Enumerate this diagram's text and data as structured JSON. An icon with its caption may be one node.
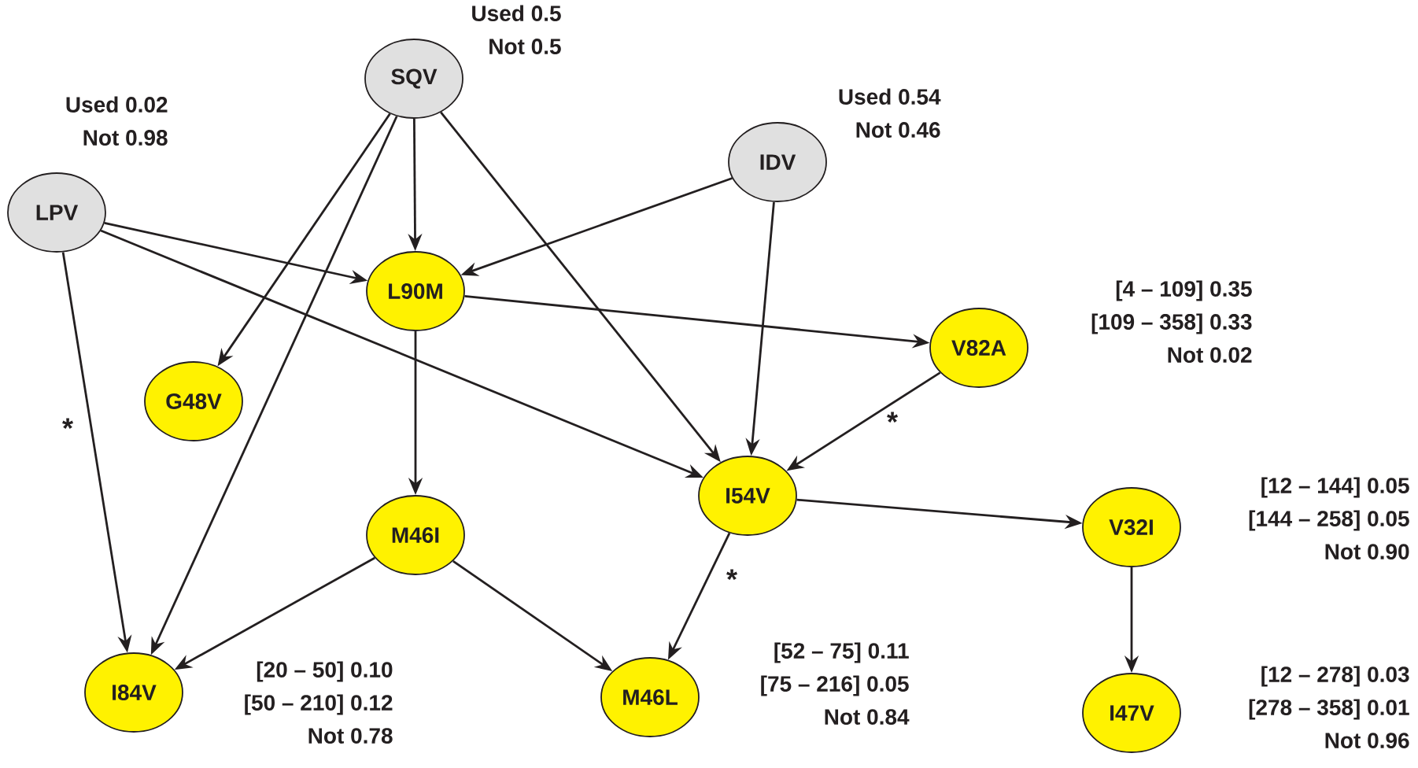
{
  "diagram": {
    "nodes": [
      {
        "text": [
          "SQV"
        ],
        "beside": [
          "Used 0.5",
          "Not 0.5"
        ]
      },
      {
        "text": [
          "LPV"
        ],
        "beside": [
          "Used 0.02",
          "Not 0.98"
        ]
      },
      {
        "text": [
          "IDV"
        ],
        "beside": [
          "Used 0.54",
          "Not 0.46"
        ]
      },
      {
        "text": [
          "L90M"
        ]
      },
      {
        "text": [
          "V82A"
        ],
        "beside": [
          "[4 – 109] 0.35",
          "[109 – 358] 0.33",
          "Not 0.02"
        ]
      },
      {
        "text": [
          "G48V"
        ]
      },
      {
        "text": [
          "I54V"
        ]
      },
      {
        "text": [
          "M46I"
        ]
      },
      {
        "text": [
          "V32I"
        ],
        "beside": [
          "[12 – 144] 0.05",
          "[144 – 258] 0.05",
          "Not 0.90"
        ]
      },
      {
        "text": [
          "I84V"
        ],
        "beside": [
          "[20 – 50] 0.10",
          "[50 – 210] 0.12",
          "Not 0.78"
        ]
      },
      {
        "text": [
          "M46L"
        ],
        "beside": [
          "[52 – 75] 0.11",
          "[75 – 216] 0.05",
          "Not 0.84"
        ]
      },
      {
        "text": [
          "I47V"
        ],
        "beside": [
          "[12 – 278] 0.03",
          "[278 – 358] 0.01",
          "Not 0.96"
        ]
      }
    ],
    "edges": [
      {
        "from": 0,
        "to": 5,
        "arrow": "to"
      },
      {
        "from": 0,
        "to": 9,
        "arrow": "to"
      },
      {
        "from": 0,
        "to": 3,
        "arrow": "to"
      },
      {
        "from": 0,
        "to": 6,
        "arrow": "to"
      },
      {
        "from": 1,
        "to": 3,
        "arrow": "to"
      },
      {
        "from": 1,
        "to": 6,
        "arrow": "to"
      },
      {
        "from": 1,
        "to": 9,
        "arrow": "to",
        "label": "*"
      },
      {
        "from": 2,
        "to": 3,
        "arrow": "to"
      },
      {
        "from": 2,
        "to": 6,
        "arrow": "to"
      },
      {
        "from": 3,
        "to": 4,
        "arrow": "to"
      },
      {
        "from": 3,
        "to": 7,
        "arrow": "to"
      },
      {
        "from": 4,
        "to": 6,
        "arrow": "to",
        "label": "*"
      },
      {
        "from": 6,
        "to": 8,
        "arrow": "to"
      },
      {
        "from": 6,
        "to": 10,
        "arrow": "to",
        "label": "*"
      },
      {
        "from": 7,
        "to": 9,
        "arrow": "to"
      },
      {
        "from": 7,
        "to": 10,
        "arrow": "to"
      },
      {
        "from": 8,
        "to": 11,
        "arrow": "to"
      }
    ]
  }
}
